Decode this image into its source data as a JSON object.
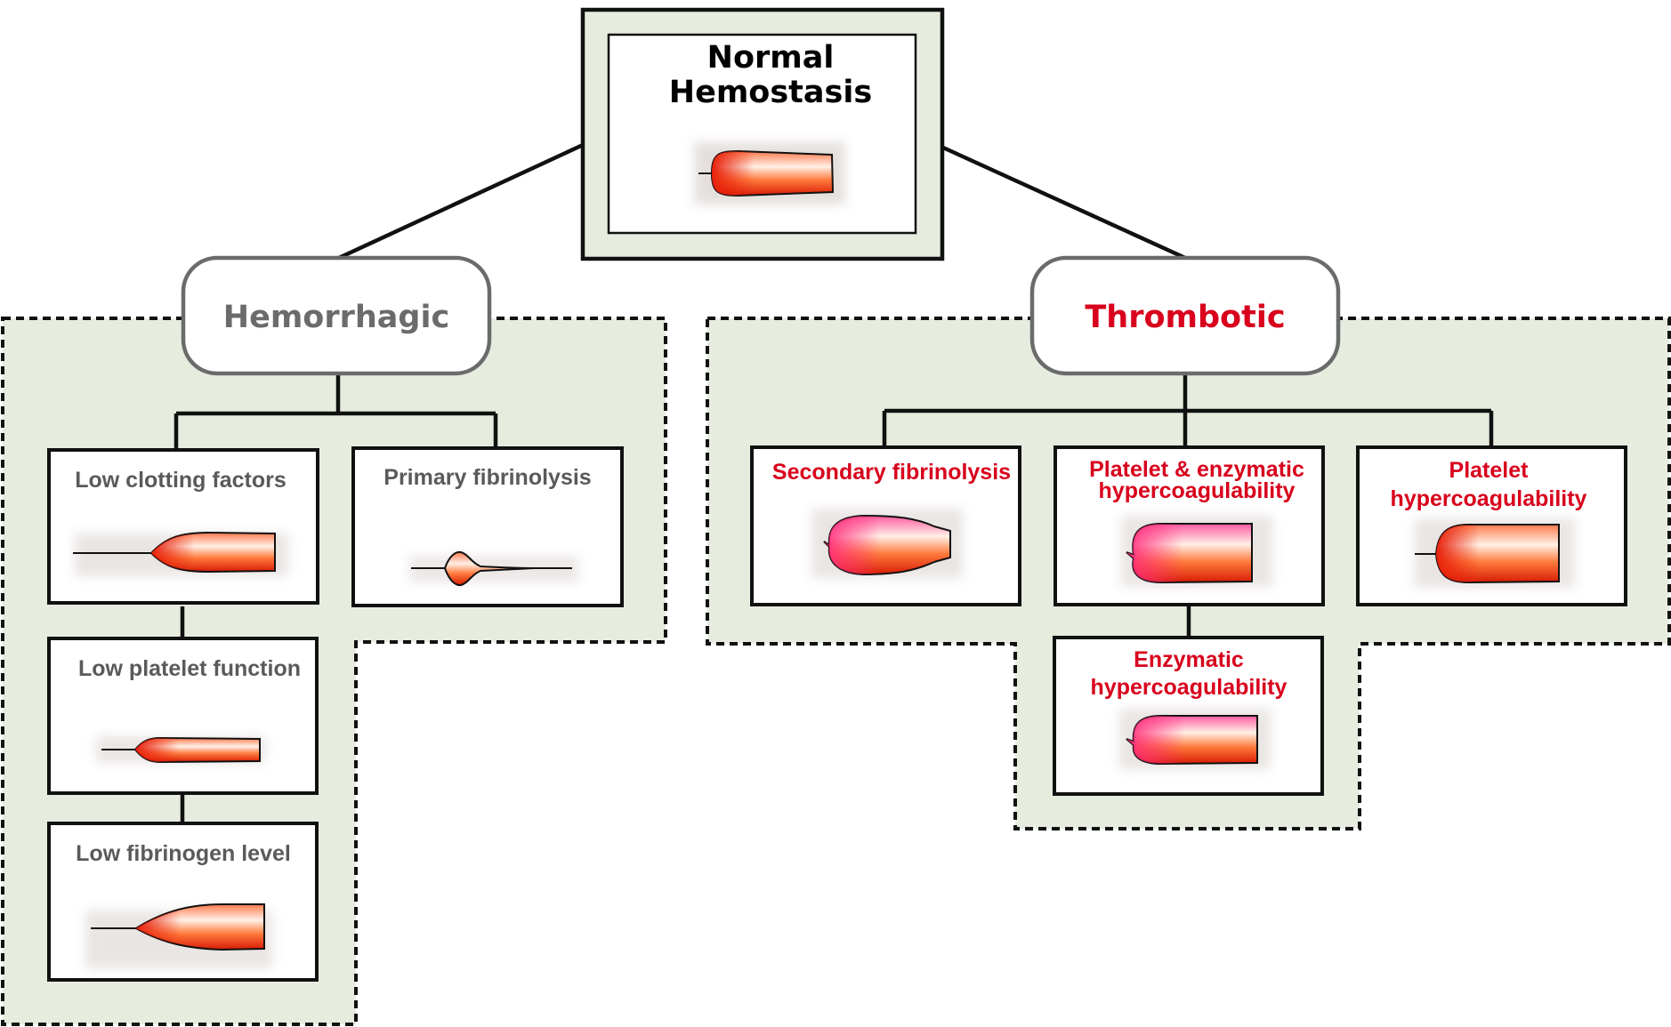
{
  "root": {
    "title_line1": "Normal",
    "title_line2": "Hemostasis"
  },
  "hemorrhagic": {
    "title": "Hemorrhagic",
    "title_color": "#6b6b6b",
    "items": {
      "low_clotting_factors": "Low clotting factors",
      "primary_fibrinolysis": "Primary fibrinolysis",
      "low_platelet_function": "Low platelet function",
      "low_fibrinogen_level": "Low fibrinogen level"
    }
  },
  "thrombotic": {
    "title": "Thrombotic",
    "title_color": "#d8001c",
    "items": {
      "secondary_fibrinolysis": "Secondary fibrinolysis",
      "platelet_enzymatic_line1": "Platelet & enzymatic",
      "platelet_enzymatic_line2": "hypercoagulability",
      "platelet_line1": "Platelet",
      "platelet_line2": "hypercoagulability",
      "enzymatic_line1": "Enzymatic",
      "enzymatic_line2": "hypercoagulability"
    }
  },
  "colors": {
    "panel_fill": "#e6eddf",
    "trace_dark": "#e8200a",
    "trace_light": "#ffe7d8",
    "trace_pink": "#ff3d8a",
    "label_red": "#d8001c",
    "label_gray": "#5a5a5a"
  },
  "icons": [
    "teg-trace-icon"
  ]
}
